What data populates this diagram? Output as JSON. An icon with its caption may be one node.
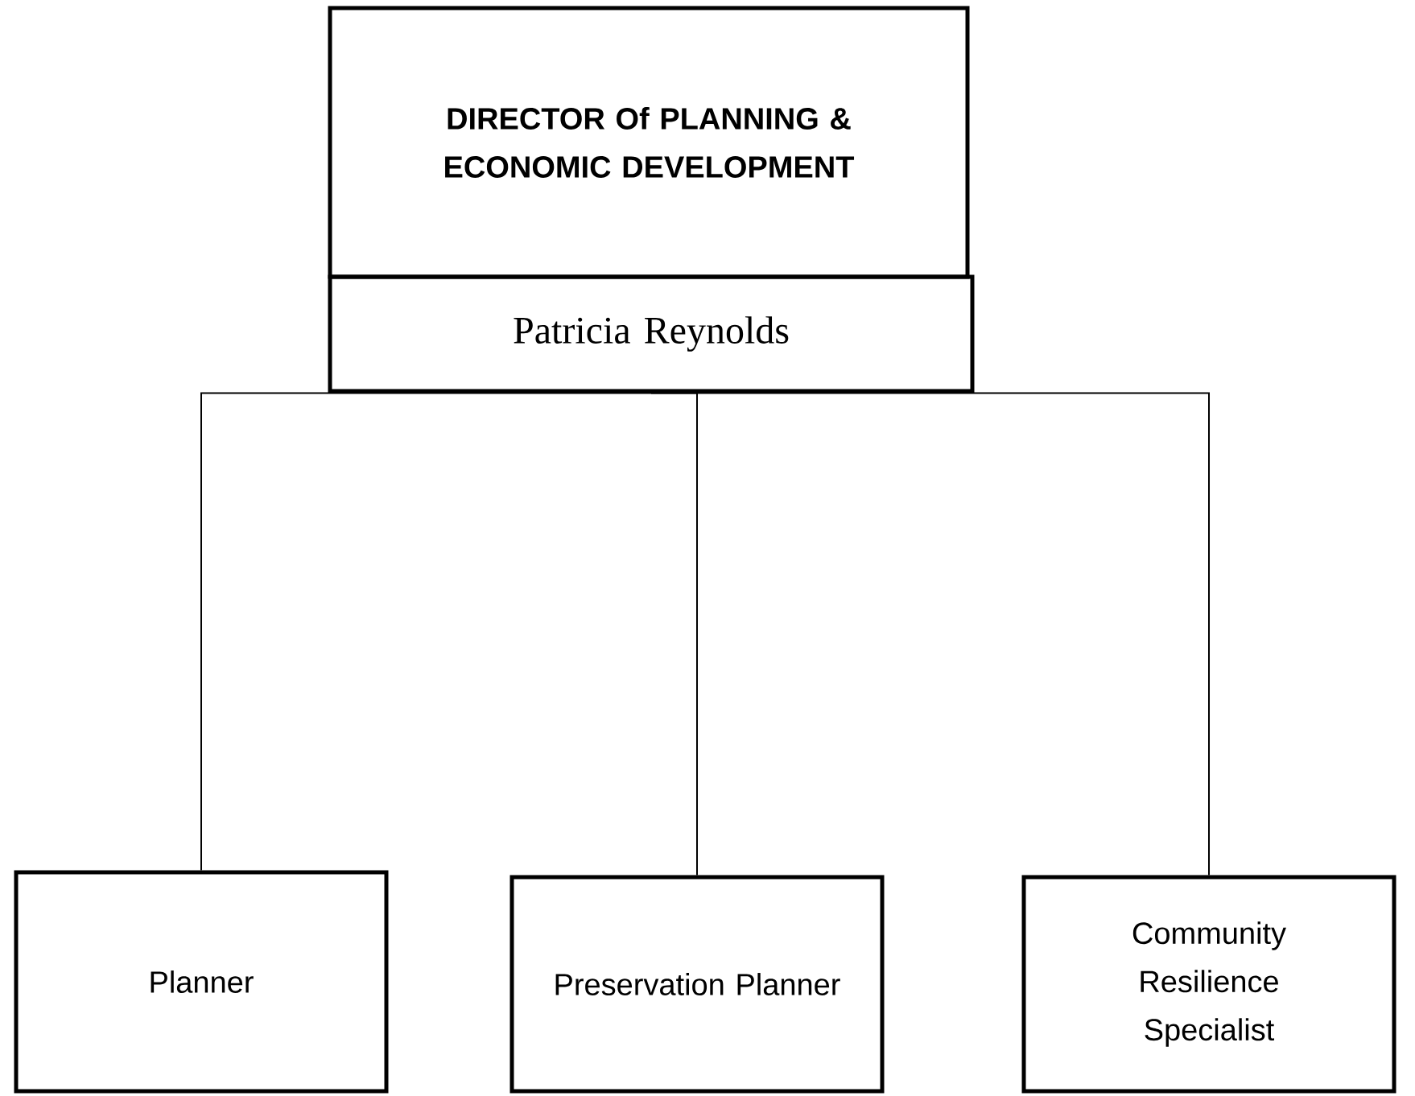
{
  "diagram": {
    "nodes": [
      {
        "text": [
          "DIRECTOR Of PLANNING & ECONOMIC DEVELOPMENT"
        ]
      },
      {
        "text": [
          "Patricia Reynolds"
        ]
      },
      {
        "text": [
          "Planner"
        ]
      },
      {
        "text": [
          "Preservation Planner"
        ]
      },
      {
        "text": [
          "Community Resilience Specialist"
        ]
      }
    ],
    "edges": [
      {
        "from": 1,
        "to": 2,
        "arrow": "none"
      },
      {
        "from": 1,
        "to": 3,
        "arrow": "none"
      },
      {
        "from": 1,
        "to": 4,
        "arrow": "none"
      }
    ]
  }
}
